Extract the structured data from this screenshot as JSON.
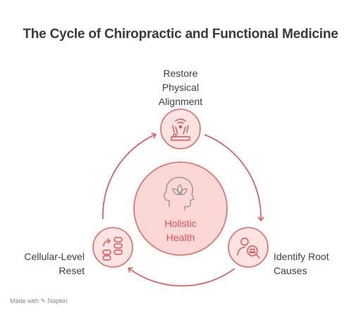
{
  "title": "The Cycle of Chiropractic and Functional Medicine",
  "center": {
    "line1": "Holistic",
    "line2": "Health",
    "icon": "lotus-head-icon"
  },
  "nodes": [
    {
      "id": "top",
      "lines": [
        "Restore",
        "Physical",
        "Alignment"
      ],
      "icon": "chiropractic-adjustment-icon"
    },
    {
      "id": "right",
      "lines": [
        "Identify Root",
        "Causes"
      ],
      "icon": "person-magnifier-icon"
    },
    {
      "id": "left",
      "lines": [
        "Cellular-Level",
        "Reset"
      ],
      "icon": "cells-refresh-icon"
    }
  ],
  "footer": {
    "text": "Made with",
    "brand": "Napkin"
  },
  "colors": {
    "accent": "#e05050",
    "node_fill": "#fde3e1",
    "center_fill": "#fbd8d5",
    "text": "#3f3f3f"
  }
}
